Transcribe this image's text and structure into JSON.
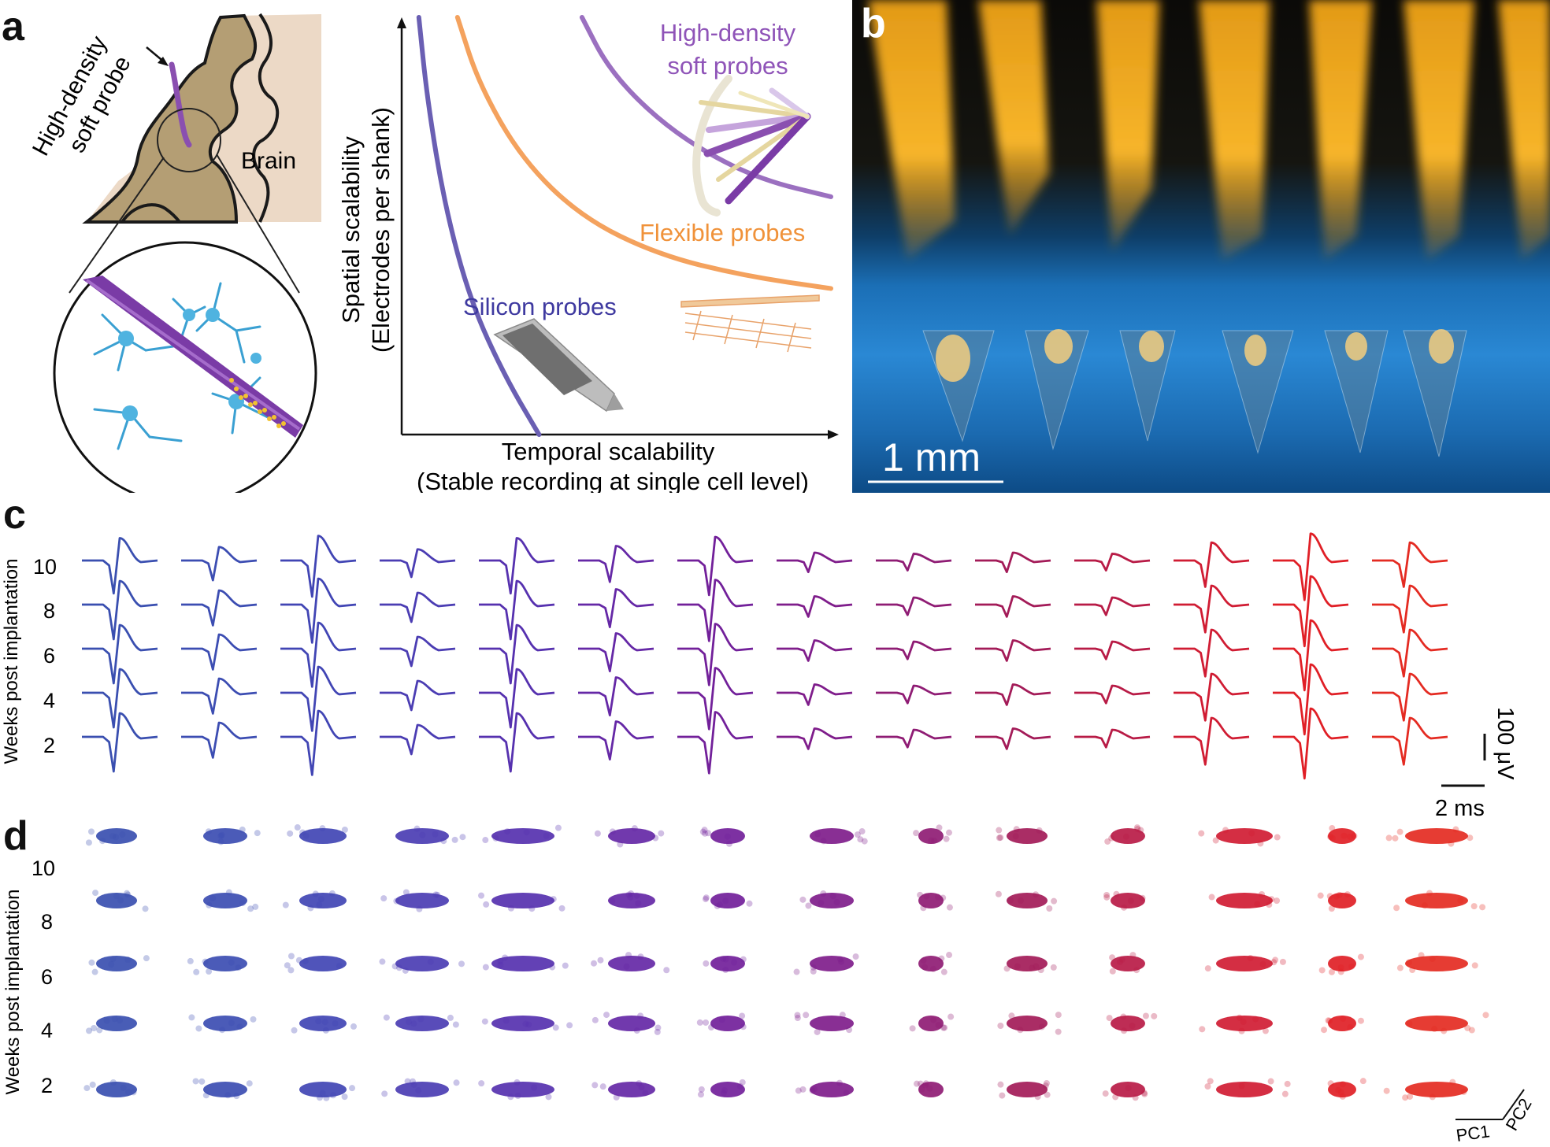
{
  "figure": {
    "panel_letters": {
      "a": "a",
      "b": "b",
      "c": "c",
      "d": "d"
    },
    "panel_a": {
      "probe_label_line1": "High-density",
      "probe_label_line2": "soft probe",
      "brain_label": "Brain"
    },
    "panel_b": {
      "scale_bar_label": "1 mm"
    },
    "panel_c": {
      "y_axis_label": "Weeks post implantation",
      "week_ticks": [
        "10",
        "8",
        "6",
        "4",
        "2"
      ],
      "scale_voltage": "100 μV",
      "scale_time": "2 ms",
      "unit_colors": [
        "#3a4fb0",
        "#3c4db2",
        "#4145b4",
        "#4b3db3",
        "#5631af",
        "#6528a6",
        "#72209a",
        "#7f1d8b",
        "#8f1c74",
        "#a31b58",
        "#b81b46",
        "#d01c33",
        "#e01f26",
        "#e42b22"
      ]
    },
    "panel_d": {
      "y_axis_label": "Weeks post implantation",
      "week_ticks": [
        "10",
        "8",
        "6",
        "4",
        "2"
      ],
      "pc1_label": "PC1",
      "pc2_label": "PC2"
    }
  },
  "chart_data": {
    "type": "line",
    "title": "",
    "xlabel_line1": "Temporal scalability",
    "xlabel_line2": "(Stable recording at single cell level)",
    "ylabel_line1": "Spatial scalability",
    "ylabel_line2": "(Electrodes per shank)",
    "axes_ticks": false,
    "series": [
      {
        "name": "Silicon probes",
        "color": "#6a5fb3",
        "points": [
          [
            0.04,
            1.0
          ],
          [
            0.06,
            0.8
          ],
          [
            0.1,
            0.55
          ],
          [
            0.16,
            0.32
          ],
          [
            0.24,
            0.14
          ],
          [
            0.32,
            0.0
          ]
        ]
      },
      {
        "name": "Flexible probes",
        "color": "#f4a25e",
        "points": [
          [
            0.13,
            1.0
          ],
          [
            0.18,
            0.84
          ],
          [
            0.28,
            0.66
          ],
          [
            0.42,
            0.52
          ],
          [
            0.6,
            0.43
          ],
          [
            0.8,
            0.38
          ],
          [
            1.0,
            0.35
          ]
        ]
      },
      {
        "name": "High-density soft probes",
        "color": "#9b70c0",
        "points": [
          [
            0.42,
            1.0
          ],
          [
            0.48,
            0.88
          ],
          [
            0.58,
            0.77
          ],
          [
            0.7,
            0.68
          ],
          [
            0.84,
            0.61
          ],
          [
            1.0,
            0.57
          ]
        ]
      }
    ],
    "series_labels": {
      "silicon": "Silicon probes",
      "flexible": "Flexible probes",
      "hd_line1": "High-density",
      "hd_line2": "soft probes"
    }
  }
}
